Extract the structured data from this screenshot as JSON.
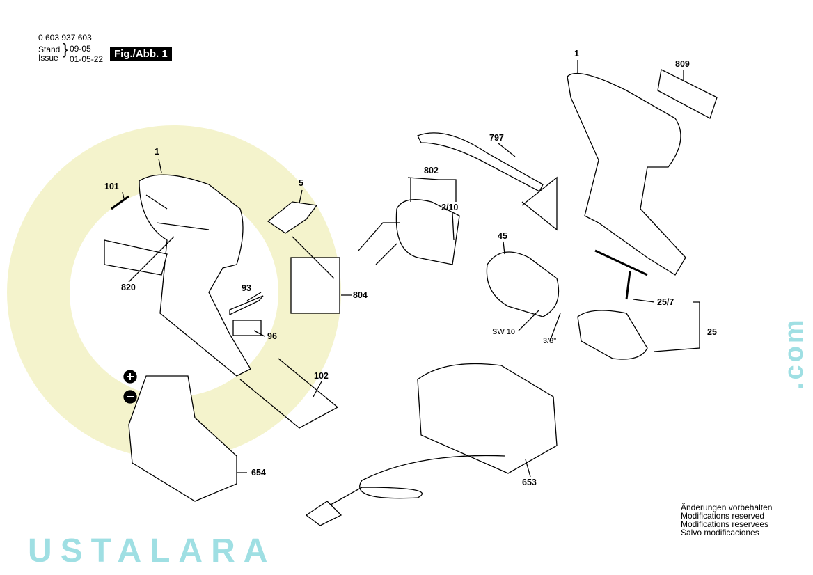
{
  "header": {
    "part_number": "0 603 937 603",
    "stand_label": "Stand",
    "issue_label": "Issue",
    "stand_date_struck": "09-05",
    "issue_date": "01-05-22",
    "figure_label": "Fig./Abb. 1"
  },
  "watermark": {
    "text": "USTALARA",
    "suffix": ".com"
  },
  "parts": {
    "housing_left": "1",
    "screw": "101",
    "switch_cover": "5",
    "label_left": "820",
    "part_93": "93",
    "switch": "804",
    "part_96": "96",
    "wire": "102",
    "battery": "654",
    "motor": "802",
    "strap": "797",
    "motor_sub": "2/10",
    "gearbox": "45",
    "housing_right": "1",
    "label_right": "809",
    "chuck_key": "25/7",
    "chuck": "25",
    "sw": "SW 10",
    "thread": "3/8\"",
    "charger": "653"
  },
  "footer": {
    "notes": [
      "Änderungen vorbehalten",
      "Modifications reserved",
      "Modifications reservees",
      "Salvo modificaciones"
    ]
  }
}
